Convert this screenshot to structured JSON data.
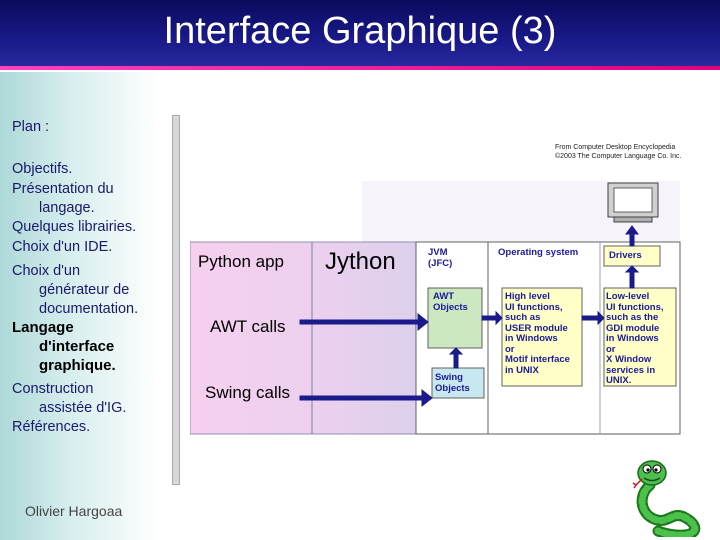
{
  "slide": {
    "title": "Interface Graphique (3)",
    "author": "Olivier Hargoaa",
    "nav": {
      "plan": "Plan :",
      "items": [
        {
          "line1": "Objectifs."
        },
        {
          "line1": "Présentation du",
          "line2": "langage."
        },
        {
          "line1": "Quelques librairies."
        },
        {
          "line1": "Choix d'un IDE."
        },
        {
          "line1": "Choix d'un",
          "line2": "générateur de",
          "line3": "documentation."
        },
        {
          "line1": "Langage",
          "line2": "d'interface",
          "line3": "graphique."
        },
        {
          "line1": "Construction",
          "line2": "assistée d'IG."
        },
        {
          "line1": "Références."
        }
      ]
    }
  },
  "diagram": {
    "credit_line1": "From Computer Desktop Encyclopedia",
    "credit_line2": "©2003 The Computer Language Co. Inc.",
    "python_app": "Python app",
    "jython": "Jython",
    "awt_calls": "AWT calls",
    "swing_calls": "Swing calls",
    "jvm": [
      "JVM",
      "(JFC)"
    ],
    "operating_system": "Operating system",
    "drivers": "Drivers",
    "awt_objects": [
      "AWT",
      "Objects"
    ],
    "swing_objects": [
      "Swing",
      "Objects"
    ],
    "high_level": [
      "High level",
      "UI functions,",
      "such as",
      "USER module",
      "in Windows",
      "or",
      "Motif interface",
      "in UNIX"
    ],
    "low_level": [
      "Low-level",
      "UI functions,",
      "such as the",
      "GDI module",
      "in Windows",
      "or",
      "X Window",
      "services in",
      "UNIX."
    ]
  },
  "colors": {
    "title_bg": "#0a0a5e",
    "accent_line": "#e0007a",
    "box_fill": "#ffffc8",
    "green_box": "#cce8c0",
    "arrow": "#1a1a8a",
    "diagram_pink": "#f4c8ec",
    "diagram_lavender": "#d8cce8"
  }
}
